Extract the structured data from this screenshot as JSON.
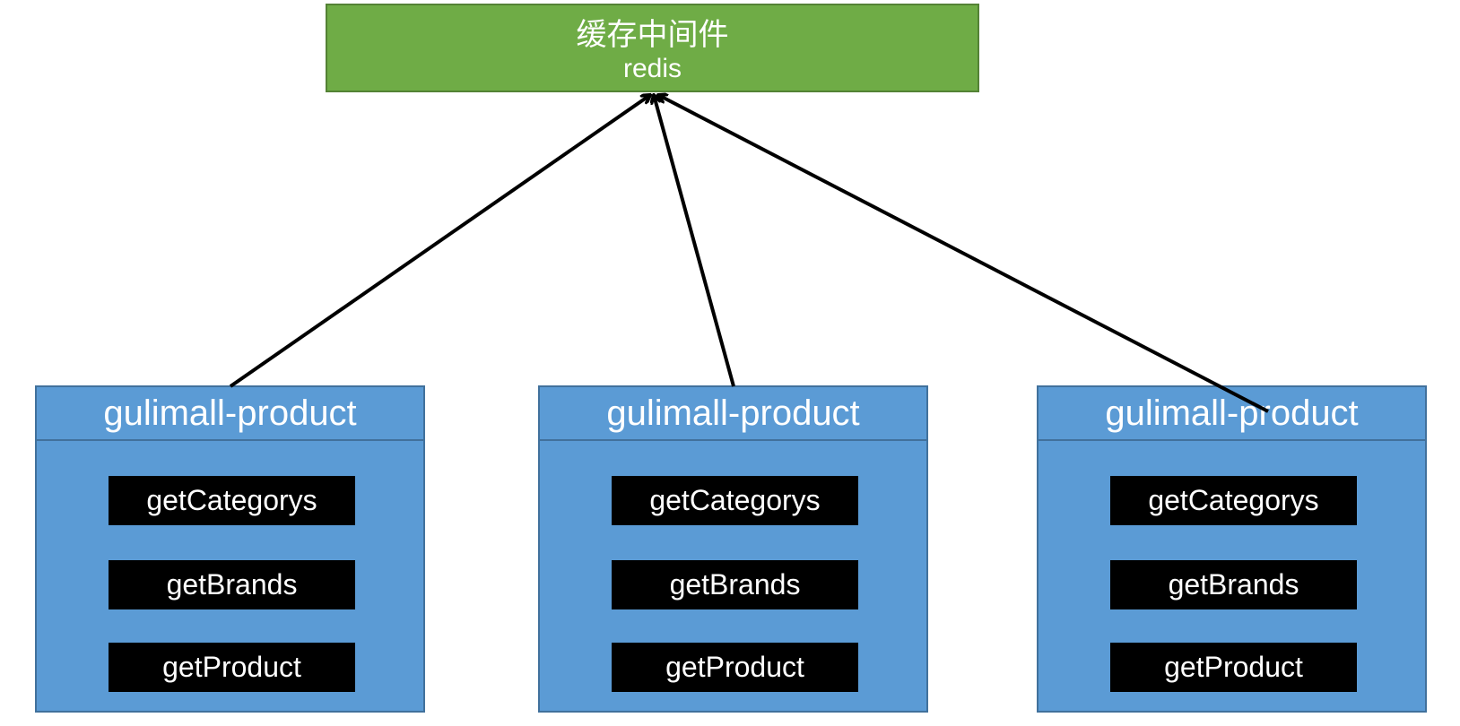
{
  "cache": {
    "title": "缓存中间件",
    "subtitle": "redis"
  },
  "services": [
    {
      "name": "gulimall-product",
      "methods": [
        "getCategorys",
        "getBrands",
        "getProduct"
      ]
    },
    {
      "name": "gulimall-product",
      "methods": [
        "getCategorys",
        "getBrands",
        "getProduct"
      ]
    },
    {
      "name": "gulimall-product",
      "methods": [
        "getCategorys",
        "getBrands",
        "getProduct"
      ]
    }
  ],
  "colors": {
    "cache_fill": "#6fac46",
    "service_fill": "#5b9bd5",
    "method_fill": "#000000",
    "arrow": "#000000"
  }
}
